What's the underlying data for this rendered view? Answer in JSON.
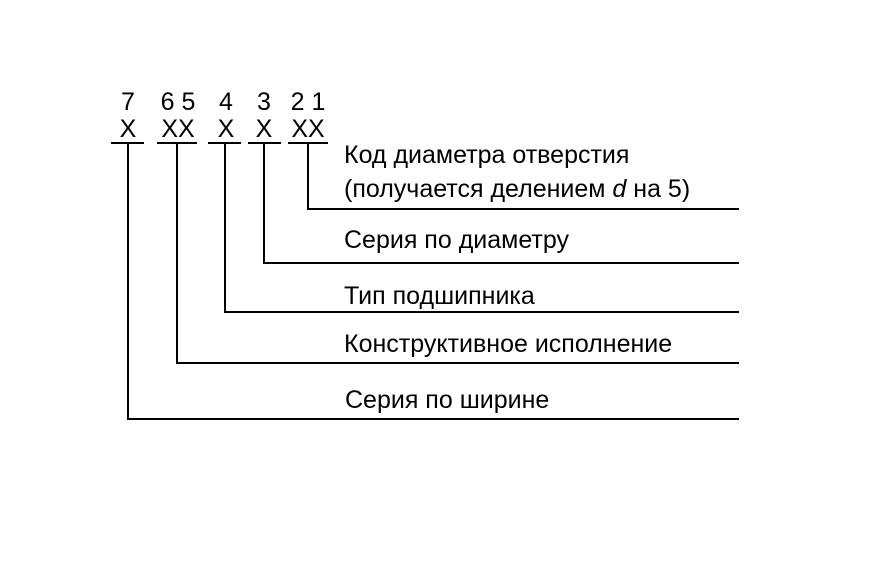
{
  "digits": {
    "d7": "7",
    "d65": "6 5",
    "d4": "4",
    "d3": "3",
    "d21": "2 1"
  },
  "placeholders": {
    "p7": "X",
    "p65": "XX",
    "p4": "X",
    "p3": "X",
    "p21": "XX"
  },
  "labels": {
    "bore_code_line1": "Код диаметра отверстия",
    "bore_code_line2_prefix": "(получается делением ",
    "bore_code_var": "d",
    "bore_code_line2_suffix": " на 5)",
    "diameter_series": "Серия по диаметру",
    "bearing_type": "Тип подшипника",
    "design_variant": "Конструктивное исполнение",
    "width_series": "Серия по ширине"
  }
}
